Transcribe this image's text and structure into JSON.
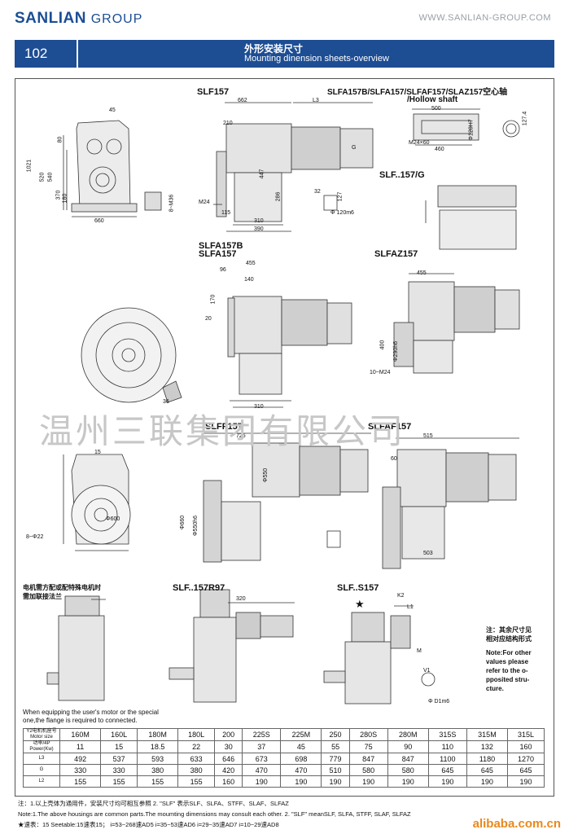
{
  "header": {
    "brand": "SANLIAN",
    "brand_group": "GROUP",
    "site": "WWW.SANLIAN-GROUP.COM",
    "page_number": "102",
    "title_cn": "外形安装尺寸",
    "title_en": "Mounting dinension sheets-overview"
  },
  "labels": {
    "slf157": "SLF157",
    "hollow": "SLFA157B/SLFA157/SLFAF157/SLAZ157空心轴",
    "hollow2": "/Hollow shaft",
    "slfg": "SLF..157/G",
    "slfa157b": "SLFA157B",
    "slfa157": "SLFA157",
    "slfaz157": "SLFAZ157",
    "slff157": "SLFF157",
    "slfaf157": "SLFAF157",
    "slfr97": "SLF..157R97",
    "slfs157": "SLF..S157"
  },
  "dims": {
    "d_45": "45",
    "d_662": "662",
    "d_l3a": "L3",
    "d_210": "210",
    "d_1021": "1021",
    "d_520": "520",
    "d_540": "540",
    "d_370": "370",
    "d_80": "80",
    "d_180": "180",
    "d_660": "660",
    "d_m36": "8~M36",
    "d_m24": "M24",
    "d_115": "115",
    "d_310": "310",
    "d_390": "390",
    "d_447": "447",
    "d_286": "286",
    "d_32": "32",
    "d_127": "127",
    "d_120m6": "Φ 120m6",
    "d_500": "500",
    "d_460": "460",
    "d_m24x60": "M24×60",
    "d_127_4": "127.4",
    "d_120h7": "Φ120H7",
    "d_455": "455",
    "d_96": "96",
    "d_140": "140",
    "d_170": "170",
    "d_20": "20",
    "d_36": "36",
    "d_400": "400",
    "d_290h6": "Φ290h6",
    "d_310b": "310",
    "d_10m24": "10~M24",
    "d_725": "725",
    "d_15": "15",
    "d_550": "Φ550",
    "d_660b": "Φ660",
    "d_550h6": "Φ550h6",
    "d_600": "Φ600",
    "d_8_22": "8~Φ22",
    "d_515": "515",
    "d_503": "503",
    "d_60": "60",
    "d_320": "320",
    "d_k2": "K2",
    "d_l1": "L1",
    "d_v1": "V1",
    "d_d1m6": "Φ D1m6",
    "d_m": "M",
    "d_g": "G"
  },
  "watermark": "温州三联集团有限公司",
  "caption_left": [
    "电机需方配或配特殊电机时",
    "需加联接法兰"
  ],
  "note_cn": [
    "注：其余尺寸见",
    "相对应结构形式"
  ],
  "note_en": [
    "Note:For other",
    "values please",
    "refer to the o-",
    "pposited stru-",
    "cture."
  ],
  "equip_note": [
    "When equipping the user's motor  or the  special",
    "one,the flange is required to connected."
  ],
  "table": {
    "row_labels": [
      "Y2电机机座号 Motor  size",
      "功率/4P Power(Kw)",
      "L3",
      "G",
      "L2"
    ],
    "motor_size": [
      "160M",
      "160L",
      "180M",
      "180L",
      "200",
      "225S",
      "225M",
      "250",
      "280S",
      "280M",
      "315S",
      "315M",
      "315L"
    ],
    "power": [
      "11",
      "15",
      "18.5",
      "22",
      "30",
      "37",
      "45",
      "55",
      "75",
      "90",
      "110",
      "132",
      "160"
    ],
    "L3": [
      "492",
      "537",
      "593",
      "633",
      "646",
      "673",
      "698",
      "779",
      "847",
      "847",
      "1100",
      "1180",
      "1270"
    ],
    "G": [
      "330",
      "330",
      "380",
      "380",
      "420",
      "470",
      "470",
      "510",
      "580",
      "580",
      "645",
      "645",
      "645"
    ],
    "L2": [
      "155",
      "155",
      "155",
      "155",
      "160",
      "190",
      "190",
      "190",
      "190",
      "190",
      "190",
      "190",
      "190"
    ]
  },
  "notes": [
    "注：1.以上壳体为通用件，安装尺寸均可相互参照      2. \"SLF\" 表示SLF、SLFA、STFF、SLAF、SLFAZ",
    "Note:1.The above housings are common parts.The moumting dimensions may consult each other.    2. \"SLF\" meanSLF, SLFA, STFF, SLAF, SLFAZ",
    "★速表：15  Seetable:15速表15； i=53~268速AD5   i=35~53速AD6  i=29~35速AD7  i=10~29速AD8"
  ],
  "alibaba": "alibaba.com.cn"
}
